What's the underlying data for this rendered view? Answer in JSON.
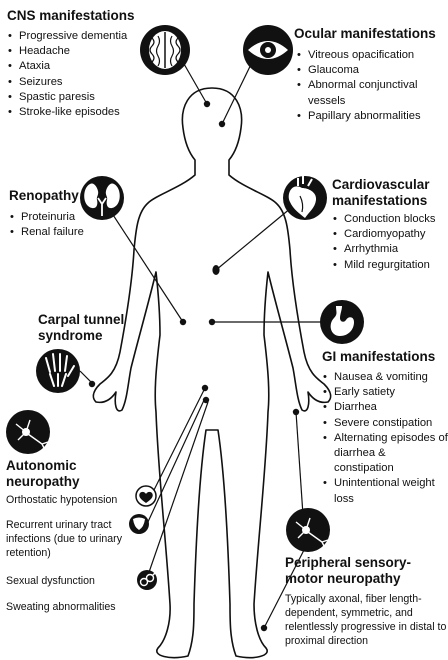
{
  "cns": {
    "title": "CNS manifestations",
    "items": [
      "Progressive dementia",
      "Headache",
      "Ataxia",
      "Seizures",
      "Spastic paresis",
      "Stroke-like episodes"
    ]
  },
  "ocular": {
    "title": "Ocular manifestations",
    "items": [
      "Vitreous opacification",
      "Glaucoma",
      "Abnormal conjunctival vessels",
      "Papillary abnormalities"
    ]
  },
  "renal": {
    "title": "Renopathy",
    "items": [
      "Proteinuria",
      "Renal failure"
    ]
  },
  "cardio": {
    "title": "Cardiovascular manifestations",
    "items": [
      "Conduction blocks",
      "Cardiomyopathy",
      "Arrhythmia",
      "Mild regurgitation"
    ]
  },
  "carpal": {
    "title": "Carpal tunnel syndrome"
  },
  "gi": {
    "title": "GI manifestations",
    "items": [
      "Nausea & vomiting",
      "Early satiety",
      "Diarrhea",
      "Severe constipation",
      "Alternating episodes of diarrhea & constipation",
      "Unintentional weight loss"
    ]
  },
  "autonomic": {
    "title": "Autonomic neuropathy",
    "items": [
      "Orthostatic hypotension",
      "Recurrent urinary tract infections (due to urinary retention)",
      "Sexual dysfunction",
      "Sweating abnormalities"
    ]
  },
  "peripheral": {
    "title": "Peripheral sensory-motor neuropathy",
    "description": "Typically axonal, fiber length-dependent, symmetric, and relentlessly progressive in distal to proximal direction"
  },
  "icons": [
    "brain-icon",
    "eye-icon",
    "kidney-icon",
    "heart-icon",
    "hand-bones-icon",
    "stomach-icon",
    "neuron-icon",
    "heart-small-icon",
    "bladder-icon",
    "gender-icon"
  ]
}
